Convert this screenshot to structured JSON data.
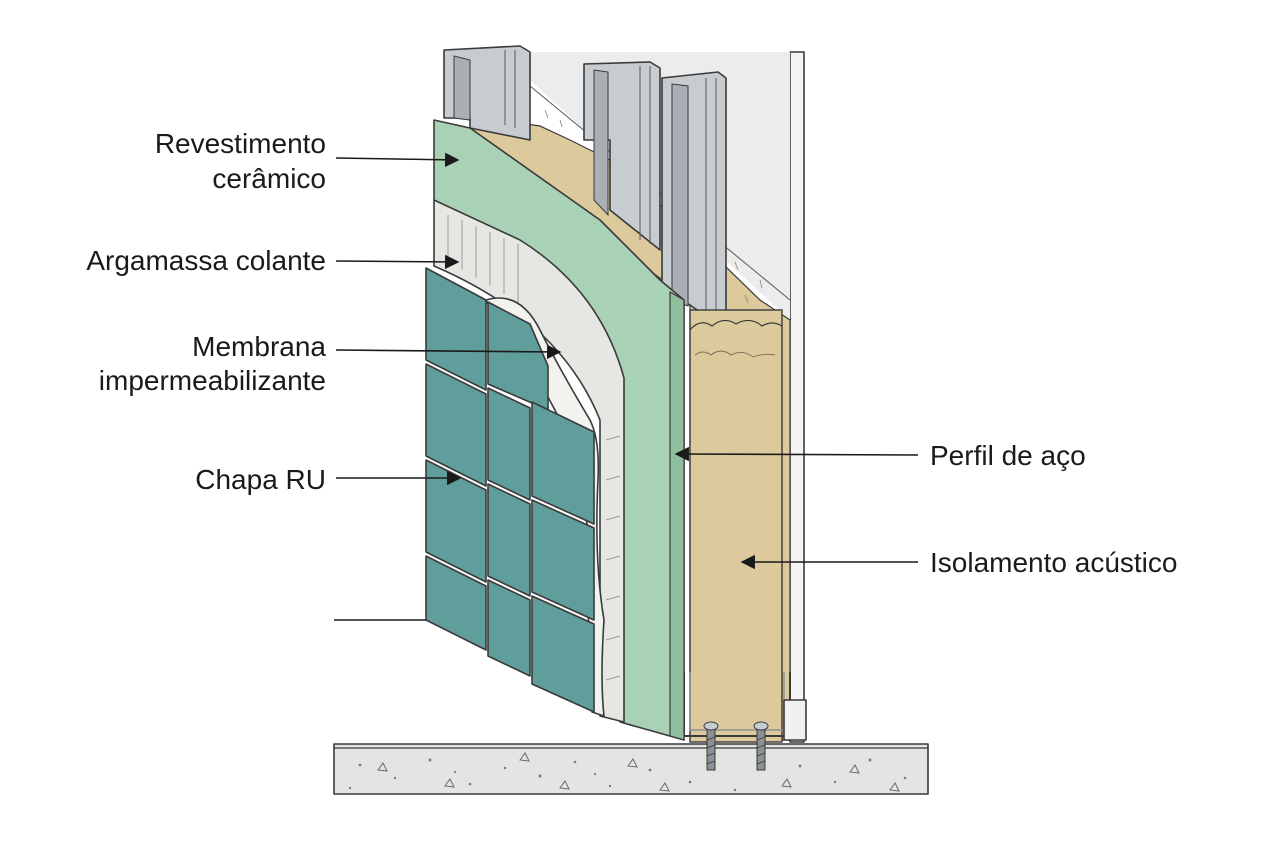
{
  "labels": {
    "revestimento_line1": "Revestimento",
    "revestimento_line2": "cerâmico",
    "argamassa": "Argamassa colante",
    "membrana_line1": "Membrana",
    "membrana_line2": "impermeabilizante",
    "chapa": "Chapa RU",
    "perfil": "Perfil de aço",
    "isolamento": "Isolamento acústico"
  },
  "colors": {
    "tile": "#5f9e9b",
    "tile_grout": "#d9dfdc",
    "board": "#a9d1b5",
    "board_edge": "#8fbf9e",
    "insulation": "#dcc99c",
    "steel": "#c7ccd1",
    "steel_dark": "#a9afb5",
    "mortar": "#e6e6e2",
    "membrane": "#f2f2ef",
    "concrete": "#e4e4e2",
    "back_wall": "#ececec"
  }
}
